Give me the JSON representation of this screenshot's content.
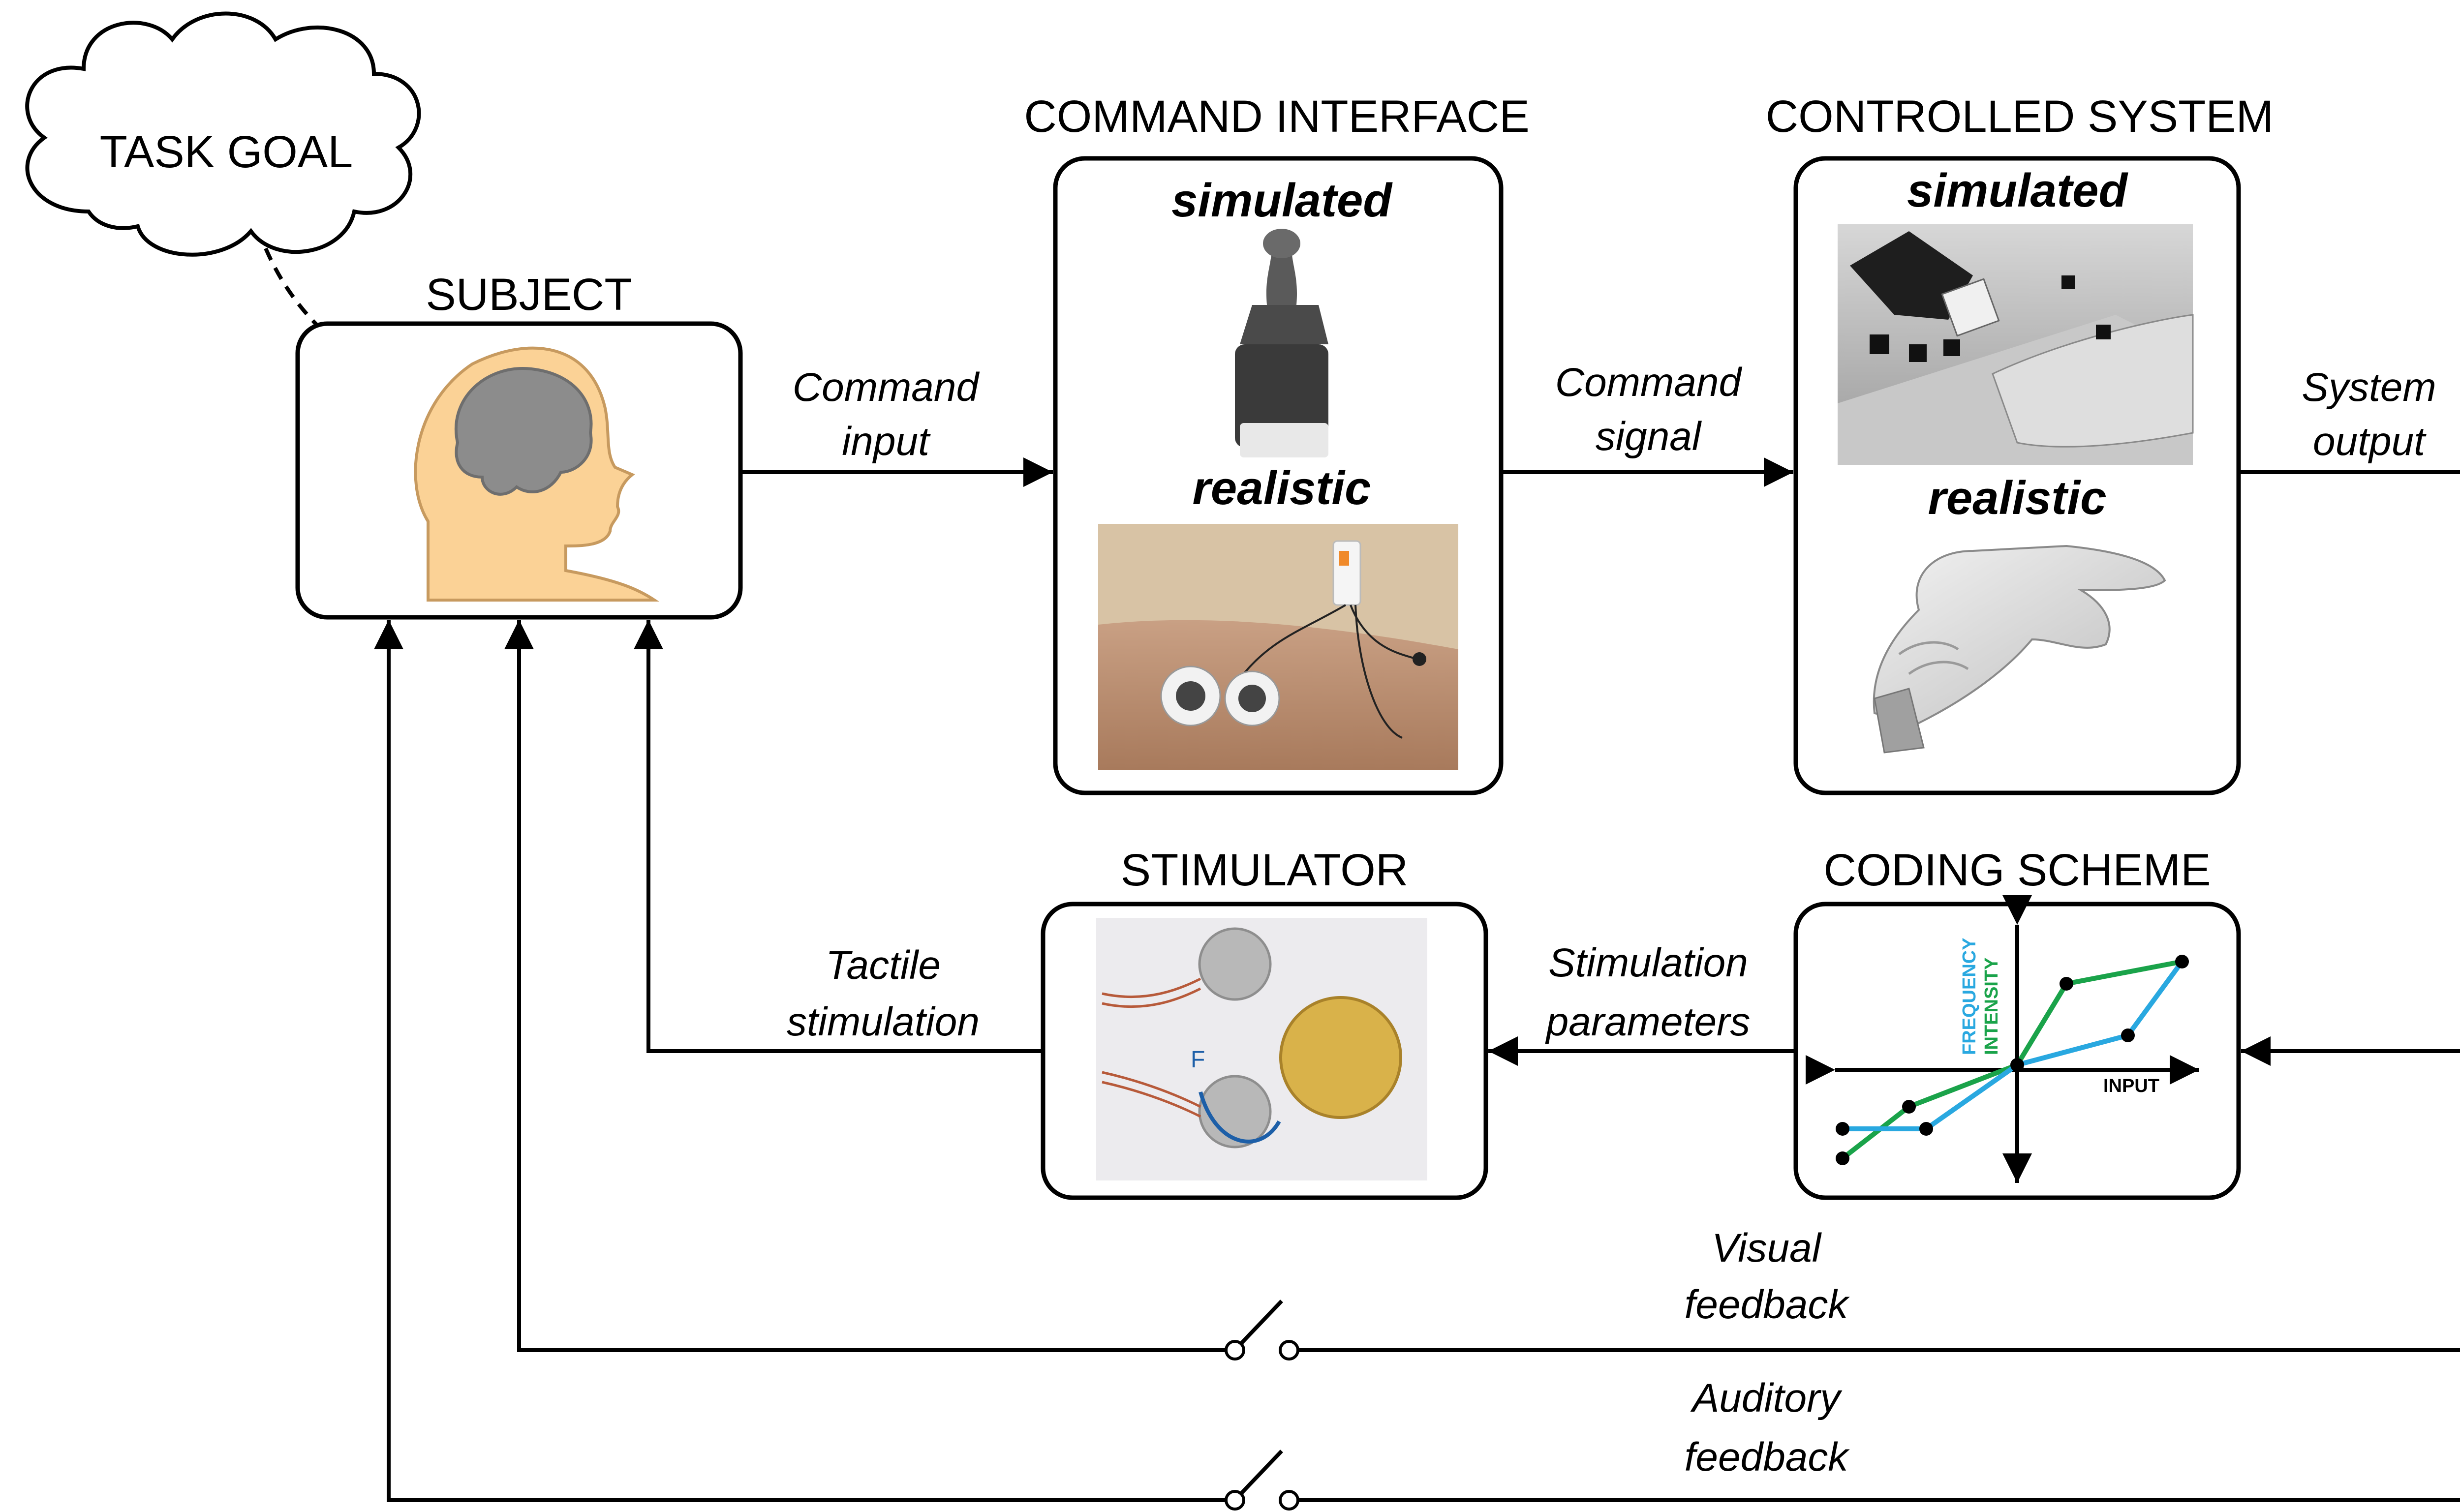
{
  "cloud": {
    "label": "TASK GOAL"
  },
  "blocks": {
    "subject": {
      "title": "SUBJECT"
    },
    "command_interface": {
      "title": "COMMAND INTERFACE",
      "top_label": "simulated",
      "bottom_label": "realistic"
    },
    "controlled_system": {
      "title": "CONTROLLED SYSTEM",
      "top_label": "simulated",
      "bottom_label": "realistic"
    },
    "stimulator": {
      "title": "STIMULATOR"
    },
    "coding_scheme": {
      "title": "CODING SCHEME",
      "y_label_1": "FREQUENCY",
      "y_label_2": "INTENSITY",
      "x_label": "INPUT",
      "colors": {
        "frequency": "#29a8e0",
        "intensity": "#1aa34a"
      }
    }
  },
  "signals": {
    "command_input": [
      "Command",
      "input"
    ],
    "command_signal": [
      "Command",
      "signal"
    ],
    "system_output": [
      "System",
      "output"
    ],
    "stimulation_parameters": [
      "Stimulation",
      "parameters"
    ],
    "tactile_stimulation": [
      "Tactile",
      "stimulation"
    ],
    "visual_feedback": [
      "Visual",
      "feedback"
    ],
    "auditory_feedback": [
      "Auditory",
      "feedback"
    ]
  },
  "colors": {
    "head_skin": "#fbd296",
    "brain": "#8c8c8c",
    "coin_gold": "#d9b24a",
    "motor_silver": "#b8b8b8"
  }
}
